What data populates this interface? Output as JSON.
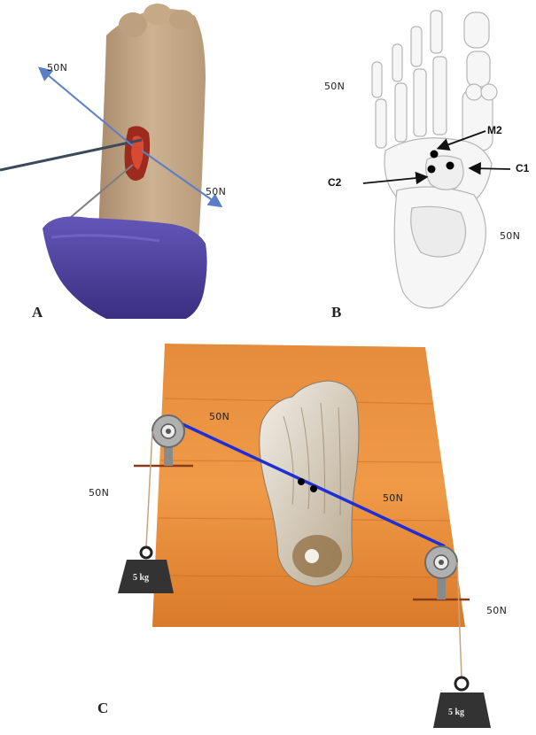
{
  "panels": {
    "a": {
      "letter": "A",
      "force_top": "50N",
      "force_right": "50N"
    },
    "b": {
      "letter": "B",
      "force_left": "50N",
      "force_bottom_right": "50N",
      "labels": {
        "m2": "M2",
        "c1": "C1",
        "c2": "C2"
      }
    },
    "c": {
      "letter": "C",
      "force_top_rope": "50N",
      "force_left_hang": "50N",
      "force_mid_rope": "50N",
      "force_right_hang": "50N",
      "weight_left": "5 kg",
      "weight_right": "5 kg"
    }
  },
  "colors": {
    "skin": "#c8ab8a",
    "glove": "#4b3f9a",
    "wood": "#e28a3a",
    "wood_dark": "#c96d22",
    "cable_blue": "#1f2fd6",
    "arrow_blue": "#5b7fc6",
    "bone_fill": "#f4f4f4",
    "bone_stroke": "#b7b7b7",
    "weight": "#333333"
  },
  "icons": {
    "pulley": "pulley-icon",
    "weight": "weight-icon",
    "arrow": "arrow-icon"
  }
}
